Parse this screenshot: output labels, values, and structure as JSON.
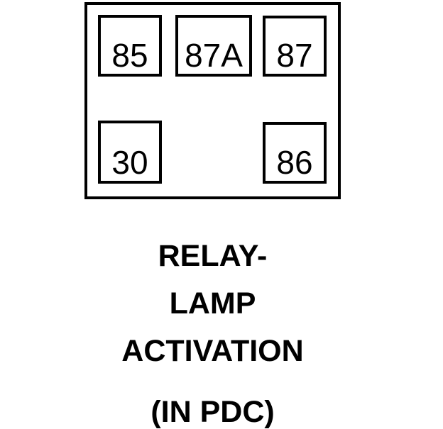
{
  "diagram": {
    "kind": "relay-pinout",
    "colors": {
      "line": "#000000",
      "background": "#ffffff"
    },
    "relay": {
      "terminals": [
        {
          "id": "85",
          "label": "85"
        },
        {
          "id": "87A",
          "label": "87A"
        },
        {
          "id": "87",
          "label": "87"
        },
        {
          "id": "30",
          "label": "30"
        },
        {
          "id": "86",
          "label": "86"
        }
      ]
    },
    "caption": {
      "lines": [
        "RELAY-",
        "LAMP",
        "ACTIVATION",
        "(IN PDC)"
      ]
    }
  }
}
